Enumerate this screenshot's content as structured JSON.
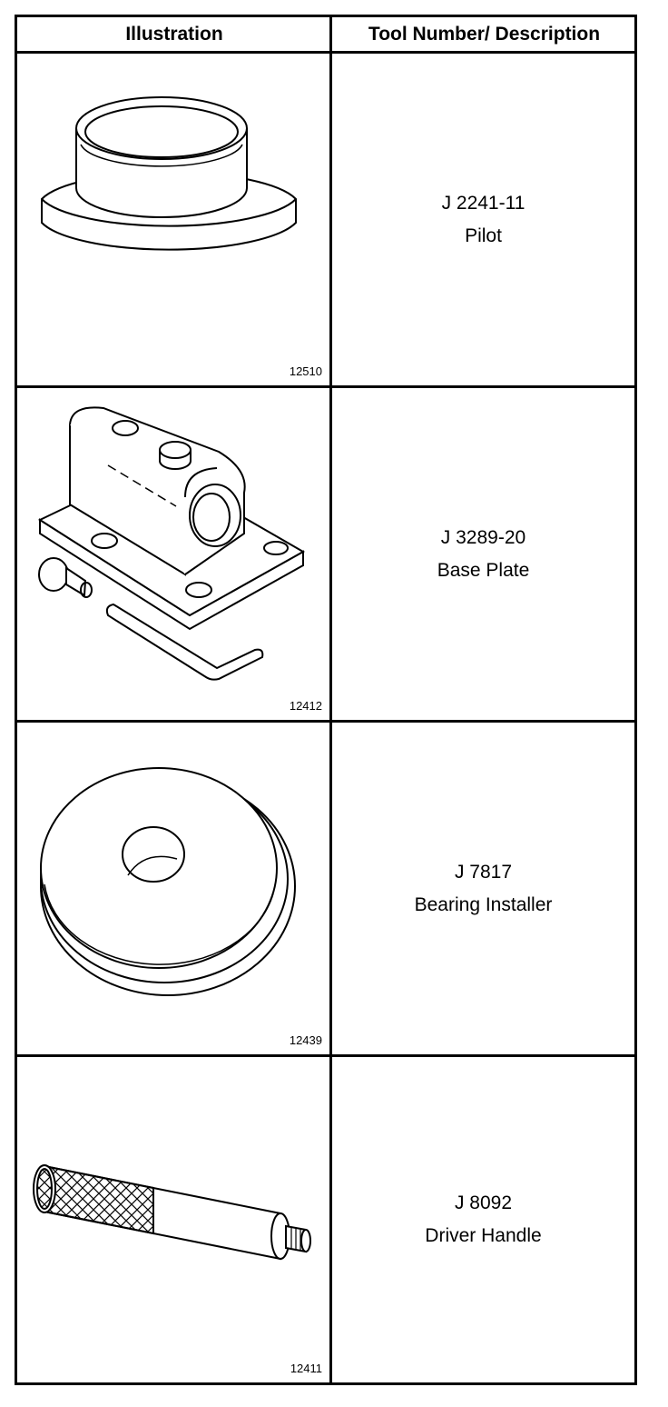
{
  "header": {
    "illustration": "Illustration",
    "tool": "Tool Number/ Description"
  },
  "tools": [
    {
      "figure": "12510",
      "number": "J 2241-11",
      "description": "Pilot",
      "icon": "pilot-icon"
    },
    {
      "figure": "12412",
      "number": "J 3289-20",
      "description": "Base Plate",
      "icon": "base-plate-icon"
    },
    {
      "figure": "12439",
      "number": "J 7817",
      "description": "Bearing Installer",
      "icon": "bearing-installer-icon"
    },
    {
      "figure": "12411",
      "number": "J 8092",
      "description": "Driver Handle",
      "icon": "driver-handle-icon"
    }
  ]
}
